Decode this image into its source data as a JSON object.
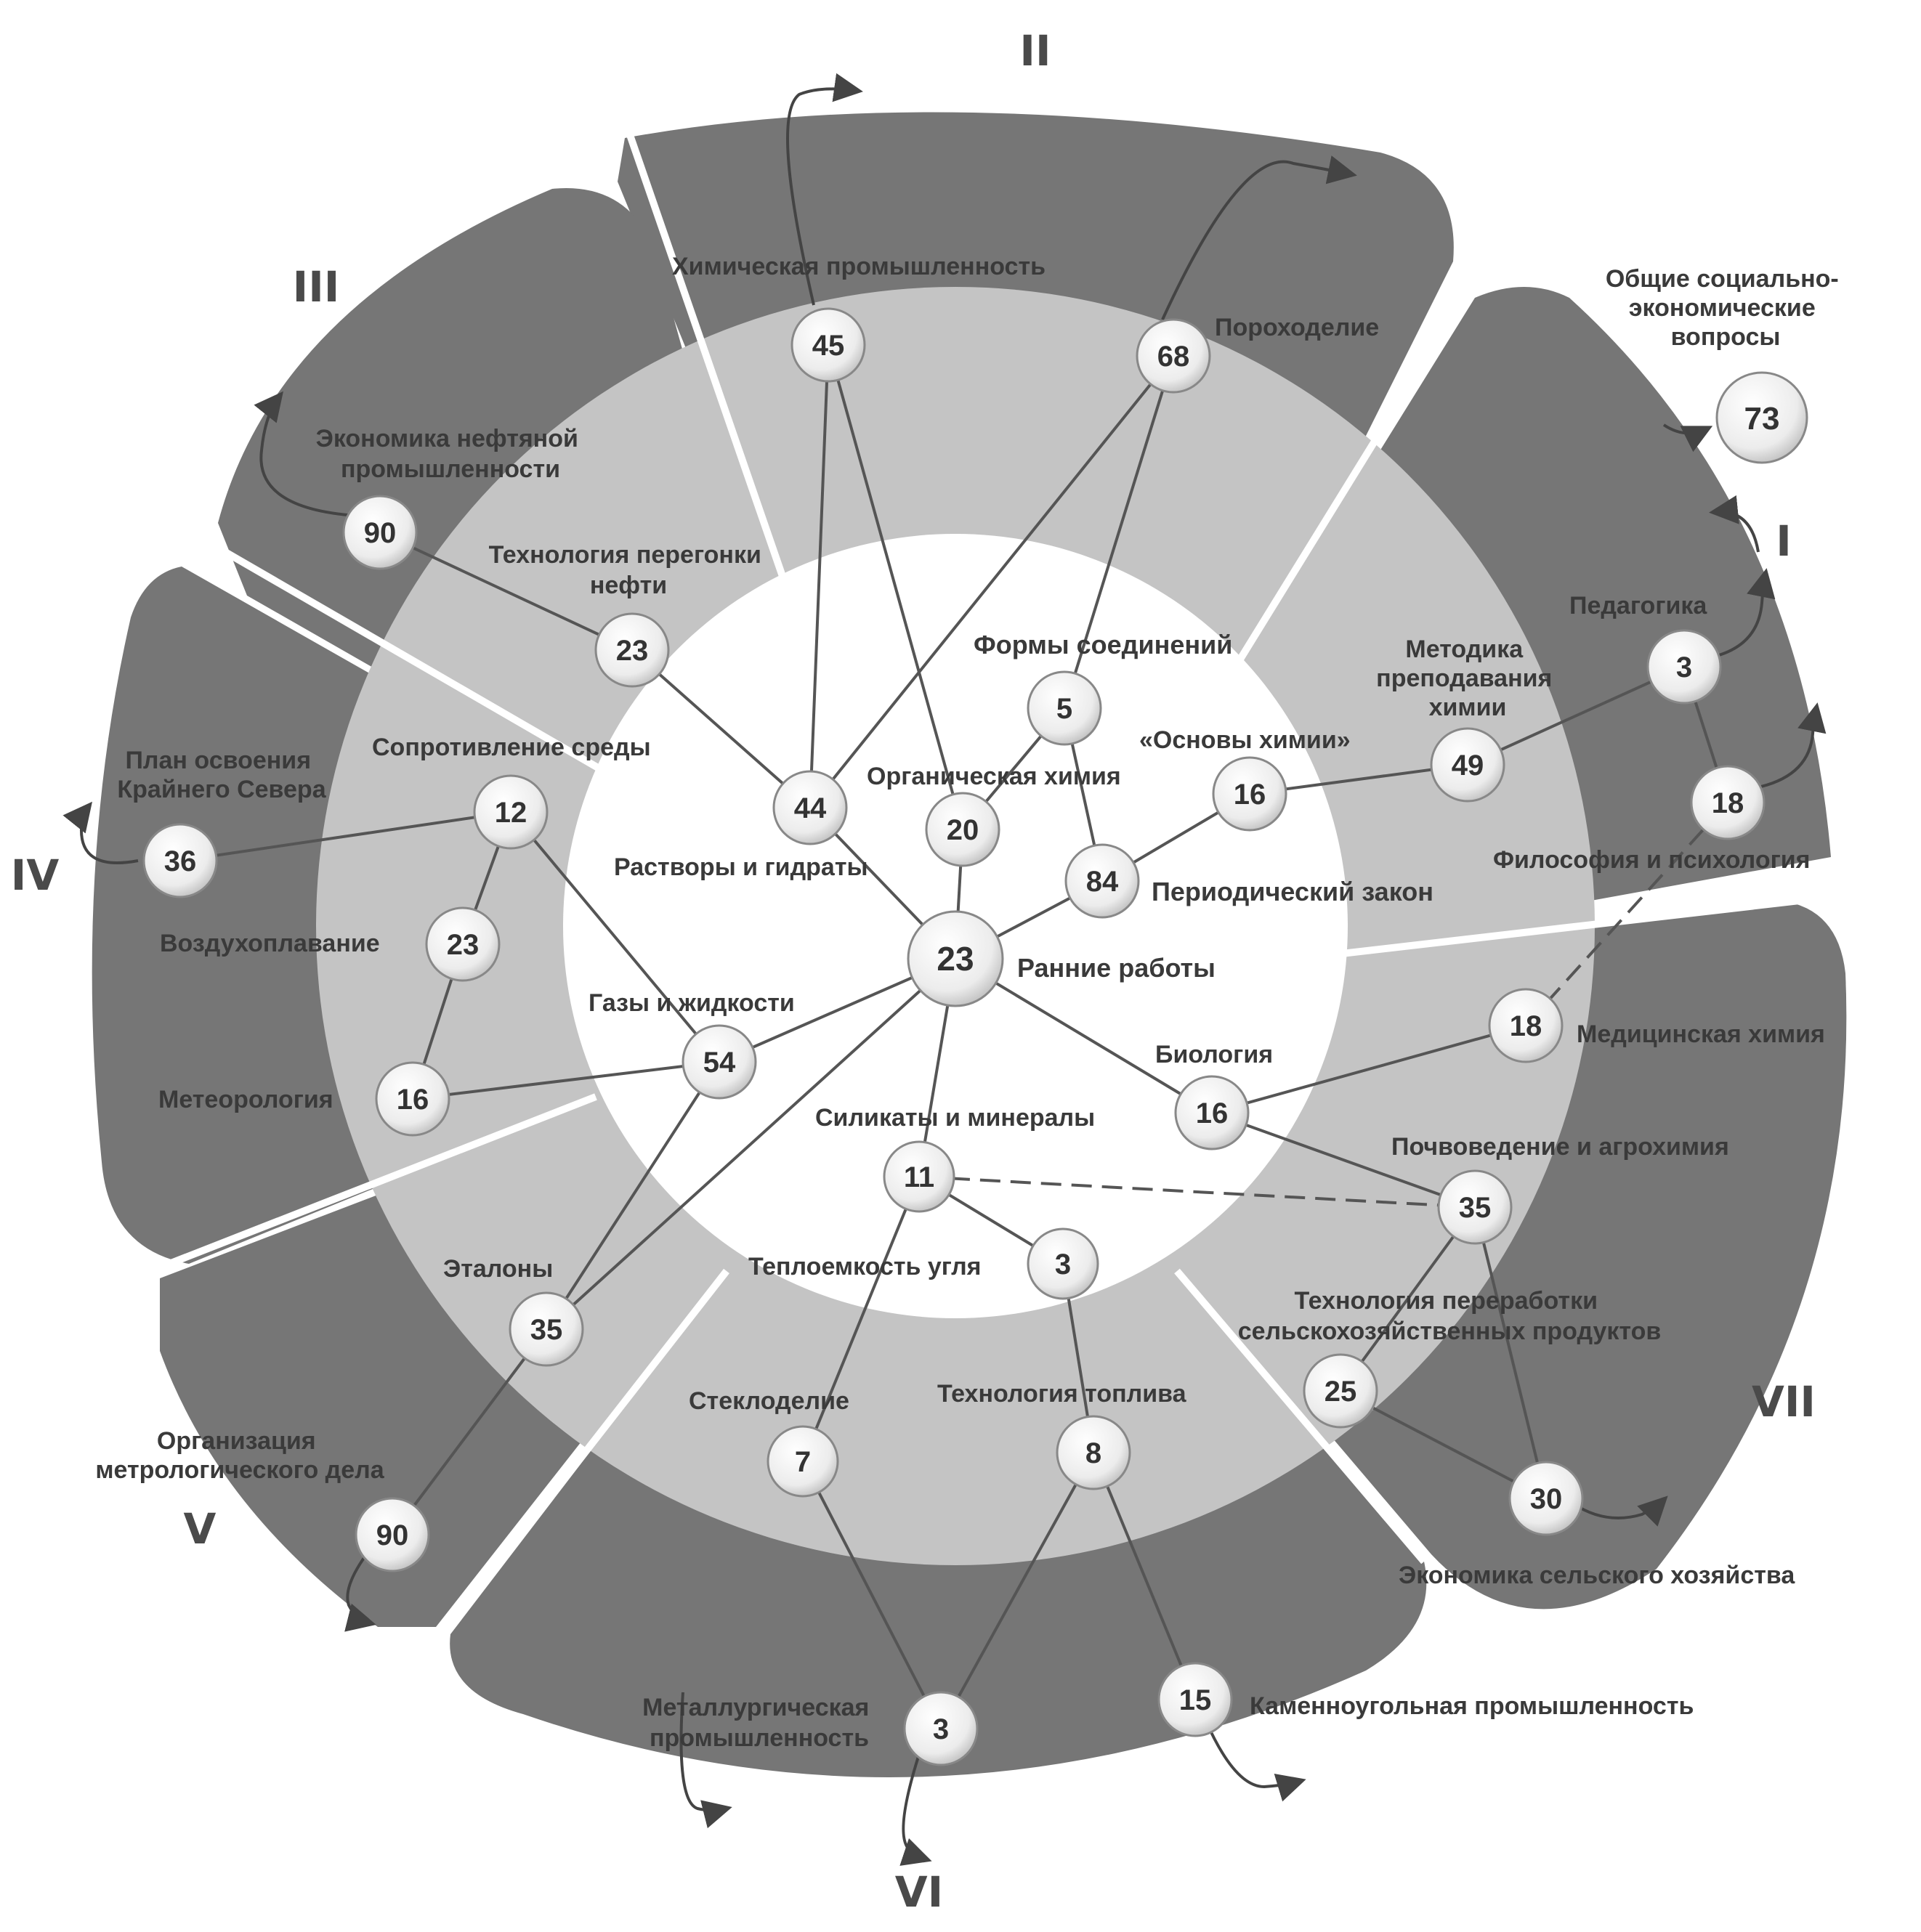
{
  "sectors": [
    {
      "id": "I",
      "label": "I"
    },
    {
      "id": "II",
      "label": "II"
    },
    {
      "id": "III",
      "label": "III"
    },
    {
      "id": "IV",
      "label": "IV"
    },
    {
      "id": "V",
      "label": "V"
    },
    {
      "id": "VI",
      "label": "VI"
    },
    {
      "id": "VII",
      "label": "VII"
    }
  ],
  "nodes": [
    {
      "id": "n23c",
      "value": "23"
    },
    {
      "id": "n44",
      "value": "44"
    },
    {
      "id": "n20",
      "value": "20"
    },
    {
      "id": "n5",
      "value": "5"
    },
    {
      "id": "n84",
      "value": "84"
    },
    {
      "id": "n16a",
      "value": "16"
    },
    {
      "id": "n49",
      "value": "49"
    },
    {
      "id": "n3a",
      "value": "3"
    },
    {
      "id": "n18a",
      "value": "18"
    },
    {
      "id": "n73",
      "value": "73"
    },
    {
      "id": "n45",
      "value": "45"
    },
    {
      "id": "n68",
      "value": "68"
    },
    {
      "id": "n90a",
      "value": "90"
    },
    {
      "id": "n23b",
      "value": "23"
    },
    {
      "id": "n12",
      "value": "12"
    },
    {
      "id": "n36",
      "value": "36"
    },
    {
      "id": "n23d",
      "value": "23"
    },
    {
      "id": "n16b",
      "value": "16"
    },
    {
      "id": "n54",
      "value": "54"
    },
    {
      "id": "n35a",
      "value": "35"
    },
    {
      "id": "n90b",
      "value": "90"
    },
    {
      "id": "n11",
      "value": "11"
    },
    {
      "id": "n3b",
      "value": "3"
    },
    {
      "id": "n7",
      "value": "7"
    },
    {
      "id": "n8",
      "value": "8"
    },
    {
      "id": "n3c",
      "value": "3"
    },
    {
      "id": "n15",
      "value": "15"
    },
    {
      "id": "n16c",
      "value": "16"
    },
    {
      "id": "n18b",
      "value": "18"
    },
    {
      "id": "n35b",
      "value": "35"
    },
    {
      "id": "n25",
      "value": "25"
    },
    {
      "id": "n30",
      "value": "30"
    }
  ],
  "edges": [
    {
      "from": "n23c",
      "to": "n44",
      "style": "solid"
    },
    {
      "from": "n23c",
      "to": "n20",
      "style": "solid"
    },
    {
      "from": "n20",
      "to": "n5",
      "style": "solid"
    },
    {
      "from": "n5",
      "to": "n84",
      "style": "solid"
    },
    {
      "from": "n23c",
      "to": "n84",
      "style": "solid"
    },
    {
      "from": "n84",
      "to": "n16a",
      "style": "solid"
    },
    {
      "from": "n16a",
      "to": "n49",
      "style": "solid"
    },
    {
      "from": "n49",
      "to": "n3a",
      "style": "solid"
    },
    {
      "from": "n3a",
      "to": "n18a",
      "style": "solid"
    },
    {
      "from": "n44",
      "to": "n45",
      "style": "solid"
    },
    {
      "from": "n20",
      "to": "n45",
      "style": "solid"
    },
    {
      "from": "n44",
      "to": "n68",
      "style": "solid"
    },
    {
      "from": "n5",
      "to": "n68",
      "style": "solid"
    },
    {
      "from": "n44",
      "to": "n23b",
      "style": "solid"
    },
    {
      "from": "n23b",
      "to": "n90a",
      "style": "solid"
    },
    {
      "from": "n23c",
      "to": "n54",
      "style": "solid"
    },
    {
      "from": "n54",
      "to": "n12",
      "style": "solid"
    },
    {
      "from": "n12",
      "to": "n36",
      "style": "solid"
    },
    {
      "from": "n12",
      "to": "n23d",
      "style": "solid"
    },
    {
      "from": "n23d",
      "to": "n16b",
      "style": "solid"
    },
    {
      "from": "n54",
      "to": "n16b",
      "style": "solid"
    },
    {
      "from": "n54",
      "to": "n35a",
      "style": "solid"
    },
    {
      "from": "n23c",
      "to": "n35a",
      "style": "solid"
    },
    {
      "from": "n35a",
      "to": "n90b",
      "style": "solid"
    },
    {
      "from": "n23c",
      "to": "n11",
      "style": "solid"
    },
    {
      "from": "n11",
      "to": "n3b",
      "style": "solid"
    },
    {
      "from": "n11",
      "to": "n7",
      "style": "solid"
    },
    {
      "from": "n3b",
      "to": "n8",
      "style": "solid"
    },
    {
      "from": "n8",
      "to": "n3c",
      "style": "solid"
    },
    {
      "from": "n8",
      "to": "n15",
      "style": "solid"
    },
    {
      "from": "n7",
      "to": "n3c",
      "style": "solid"
    },
    {
      "from": "n23c",
      "to": "n16c",
      "style": "solid"
    },
    {
      "from": "n16c",
      "to": "n18b",
      "style": "solid"
    },
    {
      "from": "n16c",
      "to": "n35b",
      "style": "solid"
    },
    {
      "from": "n35b",
      "to": "n25",
      "style": "solid"
    },
    {
      "from": "n35b",
      "to": "n30",
      "style": "solid"
    },
    {
      "from": "n25",
      "to": "n30",
      "style": "solid"
    },
    {
      "from": "n11",
      "to": "n35b",
      "style": "dashed"
    },
    {
      "from": "n18b",
      "to": "n18a",
      "style": "dashed"
    }
  ],
  "labels": {
    "obshchie": [
      "Общие социально-",
      "экономические",
      "вопросы"
    ],
    "pedagogika": "Педагогика",
    "metodika": [
      "Методика",
      "преподавания",
      "химии"
    ],
    "osnovy": "«Основы химии»",
    "filosofiya": "Философия и психология",
    "formy": "Формы соединений",
    "organicheskaya": "Органическая химия",
    "periodicheskiy": "Периодический закон",
    "rannie": "Ранние работы",
    "himprom": "Химическая промышленность",
    "porohodelie": "Пороходелие",
    "ekonomika_nefti": [
      "Экономика нефтяной",
      "промышленности"
    ],
    "tehnologiya_peregonki": [
      "Технология перегонки",
      "нефти"
    ],
    "rastvory": "Растворы и гидраты",
    "soprotivlenie": "Сопротивление среды",
    "plan": [
      "План освоения",
      "Крайнего Севера"
    ],
    "vozduhoplavanie": "Воздухоплавание",
    "gazy": "Газы и жидкости",
    "meteorologiya": "Метеорология",
    "etalony": "Эталоны",
    "organizatsiya": [
      "Организация",
      "метрологического дела"
    ],
    "silikaty": "Силикаты и минералы",
    "teploemkost": "Теплоемкость угля",
    "steklodelie": "Стеклоделие",
    "tehnologiya_topliva": "Технология топлива",
    "metallurg": [
      "Металлургическая",
      "промышленность"
    ],
    "kamennougolnaya": "Каменноугольная промышленность",
    "biologiya": "Биология",
    "medhim": "Медицинская химия",
    "pochvovedenie": "Почвоведение и агрохимия",
    "tehnologiya_pererabotki": [
      "Технология переработки",
      "сельскохозяйственных продуктов"
    ],
    "ekonomika_sh": "Экономика сельского хозяйства"
  },
  "colors": {
    "outer_ring": "#7a7a7a",
    "middle_ring": "#c4c4c4",
    "inner_circle": "#ffffff",
    "node_fill": "#f2f2f2",
    "node_stroke": "#888888"
  }
}
